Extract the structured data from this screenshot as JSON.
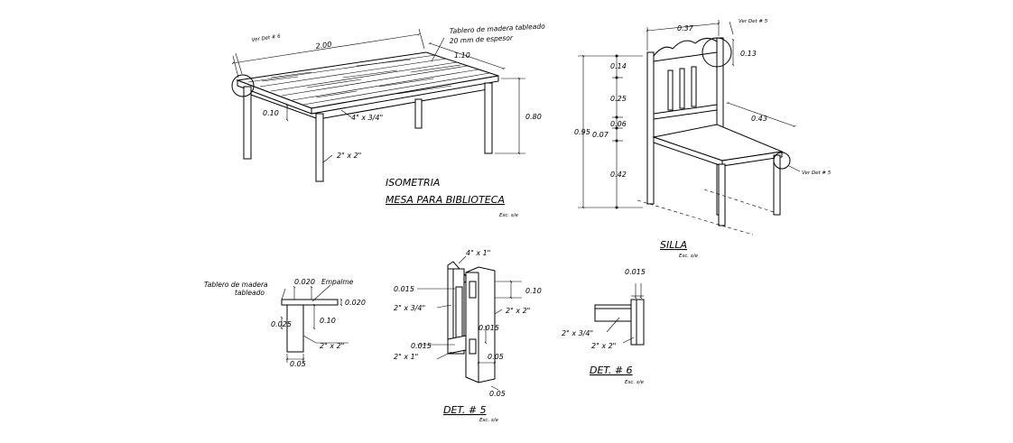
{
  "table": {
    "view_title": "ISOMETRIA",
    "name": "MESA PARA BIBLIOTECA",
    "scale": "Esc. s/e",
    "detail_ref": "Ver Det # 6",
    "top_note_line1": "Tablero de madera tableado",
    "top_note_line2": "20 mm de espesor",
    "dim_length": "2.00",
    "dim_width": "1.10",
    "dim_height": "0.80",
    "dim_apron": "0.10",
    "apron_size": "4\" x 3/4\"",
    "leg_size": "2\" x 2\""
  },
  "chair": {
    "name": "SILLA",
    "scale": "Esc. s/e",
    "detail_ref_top": "Ver Det # 5",
    "detail_ref_bottom": "Ver Det # 5",
    "dim_back_width": "0.37",
    "dim_back_top": "0.13",
    "dim_seat_depth": "0.43",
    "dim_total": "0.95",
    "dim_a": "0.14",
    "dim_b": "0.25",
    "dim_c": "0.06",
    "dim_d": "0.07",
    "dim_e": "0.42"
  },
  "detail_top": {
    "note_line1": "Tablero de madera",
    "note_line2": "tableado",
    "joint": "Empalme",
    "dim_a": "0.020",
    "dim_b": "0.020",
    "dim_c": "0.10",
    "dim_d": "0.025",
    "dim_e": "0.05",
    "leg_size": "2\" x 2\""
  },
  "detail5": {
    "title": "DET. # 5",
    "scale": "Esc. s/e",
    "rail_top": "4\" x 1\"",
    "dim_a": "0.015",
    "dim_b": "0.10",
    "rail_mid": "2\" x 3/4\"",
    "post": "2\" x 2\"",
    "dim_c": "0.015",
    "dim_d": "0.015",
    "rail_low": "2\" x 1\"",
    "dim_e": "0.05",
    "dim_f": "0.05"
  },
  "detail6": {
    "title": "DET. # 6",
    "scale": "Esc. s/e",
    "dim_a": "0.015",
    "rail": "2\" x 3/4\"",
    "post": "2\" x 2\""
  }
}
